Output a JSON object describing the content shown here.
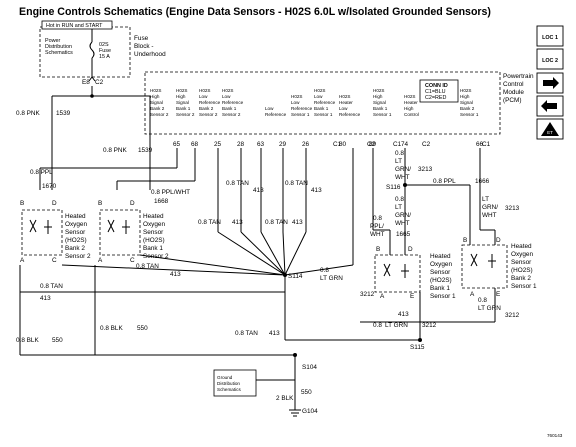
{
  "title": "Engine Controls Schematics (Engine Data Sensors - H02S 6.0L w/Isolated Grounded Sensors)",
  "fuse_block": {
    "hot_label": "Hot in RUN and START",
    "power_dist": [
      "Power",
      "Distribution",
      "Schematics"
    ],
    "fuse": [
      "02S",
      "Fuse",
      "15 A"
    ],
    "name": [
      "Fuse",
      "Block -",
      "Underhood"
    ],
    "pins": [
      "E8",
      "C2"
    ]
  },
  "pcm": {
    "name": [
      "Powertrain",
      "Control",
      "Module",
      "(PCM)"
    ],
    "conn_id": [
      "CONN ID",
      "C1=BLU",
      "C2=RED"
    ],
    "circuits": [
      {
        "label": [
          "H02S",
          "High",
          "Signal",
          "Bank 2",
          "Sensor 2"
        ],
        "pin": "65"
      },
      {
        "label": [
          "H02S",
          "High",
          "Signal",
          "Bank 1",
          "Sensor 2"
        ],
        "pin": "68"
      },
      {
        "label": [
          "H02S",
          "Low",
          "Reference",
          "Bank 2",
          "Sensor 2"
        ],
        "pin": "25"
      },
      {
        "label": [
          "H02S",
          "Low",
          "Reference",
          "Bank 1",
          "Sensor 2"
        ],
        "pin": "28"
      },
      {
        "label": [
          "Low",
          "Reference"
        ],
        "pin": "63"
      },
      {
        "label": [
          "H02S",
          "Low",
          "Reference",
          "Sensor 1"
        ],
        "pin": "29"
      },
      {
        "label": [
          "H02S",
          "Low",
          "Reference",
          "Bank 1",
          "Sensor 1"
        ],
        "pin": "26"
      },
      {
        "label": [
          "H02S",
          "Heater",
          "Low",
          "Reference"
        ],
        "pin": "80"
      },
      {
        "label": [
          "H02S",
          "High",
          "Signal",
          "Bank 1",
          "Sensor 1"
        ],
        "pin": "89"
      },
      {
        "label": [
          "H02S",
          "Heater",
          "High",
          "Control"
        ],
        "pin": "74"
      },
      {
        "label": [
          "H02S",
          "High",
          "Signal",
          "Bank 2",
          "Sensor 1"
        ],
        "pin": "66"
      }
    ],
    "connectors": [
      "C1",
      "C1",
      "C2",
      "C1",
      "C2",
      "C1"
    ]
  },
  "wires": {
    "pnk_1539": [
      "0.8 PNK",
      "1539"
    ],
    "ppl_1670": [
      "0.8 PPL",
      "1670"
    ],
    "ppl_wht_1668": [
      "0.8 PPL/WHT",
      "1668"
    ],
    "tan_413": [
      "0.8 TAN",
      "413"
    ],
    "lt_grn_3213": [
      "0.8",
      "LT",
      "GRN/",
      "WHT",
      "3213"
    ],
    "ppl_1666": [
      "0.8 PPL",
      "1666"
    ],
    "ppl_wht_1665": [
      "0.8",
      "PPL/",
      "WHT",
      "1665"
    ],
    "lt_grn_3212": [
      "0.8",
      "LT GRN",
      "3212"
    ],
    "blk_550": [
      "0.8 BLK",
      "550"
    ],
    "blk_2_550": [
      "2 BLK",
      "550"
    ]
  },
  "splices": [
    "S114",
    "S115",
    "S116",
    "S104"
  ],
  "ground": "G104",
  "ground_dist": [
    "Ground",
    "Distribution",
    "Schematics"
  ],
  "sensors": [
    {
      "name": [
        "Heated",
        "Oxygen",
        "Sensor",
        "(HO2S)",
        "Bank 2",
        "Sensor 2"
      ],
      "pins_top": [
        "B",
        "D"
      ],
      "pins_bottom": [
        "A",
        "C"
      ]
    },
    {
      "name": [
        "Heated",
        "Oxygen",
        "Sensor",
        "(HO2S)",
        "Bank 1",
        "Sensor 2"
      ],
      "pins_top": [
        "B",
        "D"
      ],
      "pins_bottom": [
        "A",
        "C"
      ]
    },
    {
      "name": [
        "Heated",
        "Oxygen",
        "Sensor",
        "(HO2S)",
        "Bank 1",
        "Sensor 1"
      ],
      "pins_top": [
        "B",
        "D"
      ],
      "pins_bottom": [
        "A",
        "E"
      ]
    },
    {
      "name": [
        "Heated",
        "Oxygen",
        "Sensor",
        "(HO2S)",
        "Bank 2",
        "Sensor 1"
      ],
      "pins_top": [
        "B",
        "D"
      ],
      "pins_bottom": [
        "A",
        "E"
      ]
    }
  ],
  "figure_id": "760143",
  "nav": [
    {
      "icon": "loc-1-icon",
      "label": "LOC 1"
    },
    {
      "icon": "loc-2-icon",
      "label": "LOC 2"
    },
    {
      "icon": "arrow-right-icon",
      "label": ""
    },
    {
      "icon": "arrow-left-icon",
      "label": ""
    },
    {
      "icon": "service-info-icon",
      "label": "ET"
    }
  ]
}
